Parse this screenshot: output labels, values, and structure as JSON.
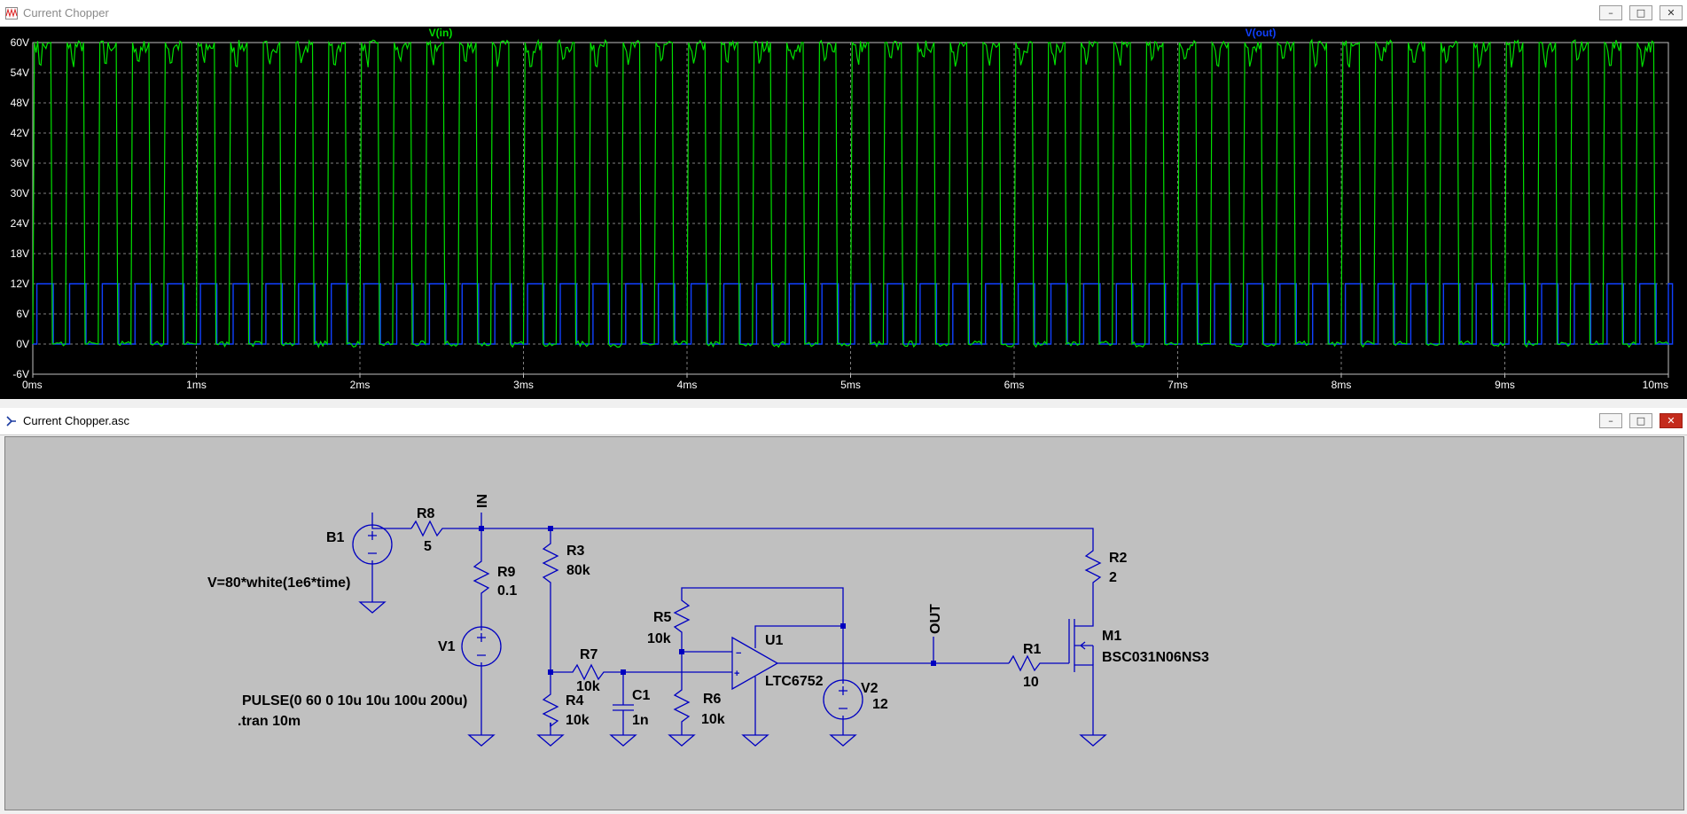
{
  "plot_window": {
    "title": "Current Chopper",
    "buttons": {
      "minimize": "–",
      "maximize": "□",
      "close": "✕"
    },
    "trace_labels": {
      "vin": "V(in)",
      "vout": "V(out)"
    },
    "colors": {
      "background": "#000000",
      "vin": "#00e000",
      "vout": "#1040ff",
      "axis_text": "#ffffff",
      "grid": "#808080"
    }
  },
  "chart_data": {
    "type": "line",
    "title": "",
    "xlabel": "",
    "ylabel": "",
    "x_ticks": [
      "0ms",
      "1ms",
      "2ms",
      "3ms",
      "4ms",
      "5ms",
      "6ms",
      "7ms",
      "8ms",
      "9ms",
      "10ms"
    ],
    "y_ticks": [
      "60V",
      "54V",
      "48V",
      "42V",
      "36V",
      "30V",
      "24V",
      "18V",
      "12V",
      "6V",
      "0V",
      "-6V"
    ],
    "xlim": [
      0,
      10
    ],
    "ylim": [
      -6,
      60
    ],
    "grid": true,
    "series": [
      {
        "name": "V(in)",
        "color": "#00e000",
        "waveform": "pulse",
        "low": 0,
        "high": 60,
        "delay_ms": 0,
        "rise_ms": 0.01,
        "fall_ms": 0.01,
        "width_ms": 0.1,
        "period_ms": 0.2,
        "noise": "white"
      },
      {
        "name": "V(out)",
        "color": "#1040ff",
        "waveform": "pulse",
        "low": 0,
        "high": 12,
        "period_ms": 0.2,
        "width_ms": 0.1
      }
    ]
  },
  "schematic_window": {
    "title": "Current Chopper.asc",
    "buttons": {
      "minimize": "–",
      "maximize": "□",
      "close": "✕"
    },
    "colors": {
      "background": "#c0c0c0",
      "wire": "#0000c0",
      "text": "#000000"
    },
    "labels": {
      "b1": "B1",
      "b1_value": "V=80*white(1e6*time)",
      "r8": "R8",
      "r8_value": "5",
      "in_net": "IN",
      "r9": "R9",
      "r9_value": "0.1",
      "v1": "V1",
      "v1_value": "PULSE(0 60 0 10u 10u 100u 200u)",
      "tran": ".tran 10m",
      "r3": "R3",
      "r3_value": "80k",
      "r4": "R4",
      "r4_value": "10k",
      "r7": "R7",
      "r7_value": "10k",
      "c1": "C1",
      "c1_value": "1n",
      "r5": "R5",
      "r5_value": "10k",
      "r6": "R6",
      "r6_value": "10k",
      "u1": "U1",
      "u1_value": "LTC6752",
      "v2": "V2",
      "v2_value": "12",
      "out_net": "OUT",
      "r1": "R1",
      "r1_value": "10",
      "r2": "R2",
      "r2_value": "2",
      "m1": "M1",
      "m1_value": "BSC031N06NS3"
    }
  }
}
